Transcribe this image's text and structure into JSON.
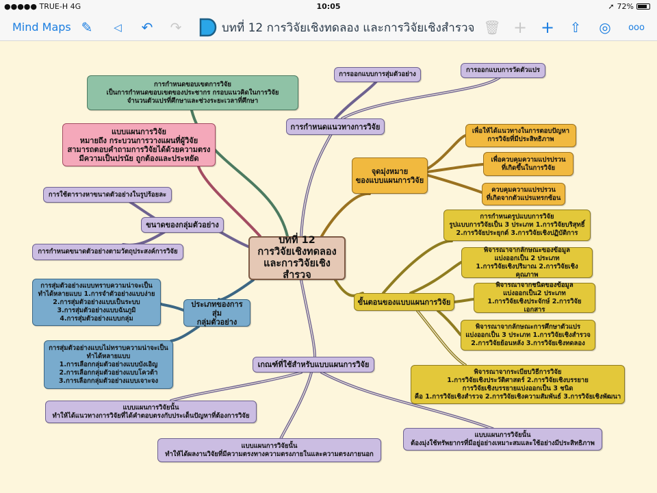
{
  "status": {
    "carrier": "●●●●● TRUE-H  4G",
    "time": "10:05",
    "battery": "72%",
    "battery_level": 0.72
  },
  "nav": {
    "back_label": "Mind Maps",
    "title": "บทที่ 12  การวิจัยเชิงทดลอง และการวิจัยเชิงสำรวจ",
    "icons": [
      "edit-icon",
      "collapse-icon",
      "undo-icon",
      "redo-icon",
      "trash-icon",
      "add-icon",
      "add-child-icon",
      "share-icon",
      "palette-icon",
      "more-icon"
    ]
  },
  "map": {
    "center": "บทที่ 12\nการวิจัยเชิงทดลอง\nและการวิจัยเชิงสำรวจ",
    "scope": "การกำหนดขอบเขตการวิจัย\nเป็นการกำหนดขอบเขตของประชากร กรอบแนวคิดในการวิจัย\nจำนวนตัวแปรที่ศึกษาและช่วงระยะเวลาที่ศึกษา",
    "definition": "แบบแผนการวิจัย\nหมายถึง กระบวนการวางแผนที่ผู้วิจัย\nสามารถตอบคำถามการวิจัยได้ด้วยความตรง\nมีความเป็นปรนัย ถูกต้องและประหยัด",
    "guideline": {
      "label": "การกำหนดแนวทางการวิจัย",
      "children": [
        "การออกแบบการสุ่มตัวอย่าง",
        "การออกแบบการวัดตัวแปร"
      ]
    },
    "objective": {
      "label": "จุดมุ่งหมาย\nของแบบแผนการวิจัย",
      "children": [
        "เพื่อให้ได้แนวทางในการตอบปัญหา\nการวิจัยที่มีประสิทธิภาพ",
        "เพื่อควบคุมความแปรปรวน\nที่เกิดขึ้นในการวิจัย",
        "ควบคุมความแปรปรวน\nที่เกิดจากตัวแปรแทรกซ้อน"
      ]
    },
    "sample_size": {
      "label": "ขนาดของกลุ่มตัวอย่าง",
      "children": [
        "การใช้ตารางหาขนาดตัวอย่างในรูปร้อยละ",
        "การกำหนดขนาดตัวอย่างตามวัตถุประสงค์การวิจัย"
      ]
    },
    "sampling_types": {
      "label": "ประเภทของการสุ่ม\nกลุ่มตัวอย่าง",
      "children": [
        "การสุ่มตัวอย่างแบบทราบความน่าจะเป็น\nทำได้หลายแบบ 1.การจำตัวอย่างแบบง่าย\n2.การสุ่มตัวอย่างแบบเป็นระบบ\n3.การสุ่มตัวอย่างแบบฉันภูมิ\n4.การสุ่มตัวอย่างแบบกลุ่ม",
        "การสุ่มตัวอย่างแบบไม่ทราบความน่าจะเป็น\nทำได้หลายแบบ\n1.การเลือกกลุ่มตัวอย่างแบบบังเอิญ\n2.การเลือกกลุ่มตัวอย่างแบบโควต้า\n3.การเลือกกลุ่มตัวอย่างแบบเจาะจง"
      ]
    },
    "steps": {
      "label": "ขั้นตอนของแบบแผนการวิจัย",
      "children": [
        "การกำหนดรูปแบบการวิจัย\nรูปแบบการวิจัยเป็น 3 ประเภท 1.การวิจัยบริสุทธิ์\n2.การวิจัยประยุกต์ 3.การวิจัยเชิงปฏิบัติการ",
        "พิจารณาจากลักษณะของข้อมูล\nแบ่งออกเป็น 2 ประเภท\n1.การวิจัยเชิงปริมาณ 2.การวิจัยเชิงคุณภาพ",
        "พิจารณาจากชนิดของข้อมูล\nแบ่งออกเป็น2 ประเภท\n1.การวิจัยเชิงประจักษ์ 2.การวิจัยเอกสาร",
        "พิจารณาจากลักษณะการศึกษาตัวแปร\nแบ่งออกเป็น 3 ประเภท 1.การวิจัยเชิงสำรวจ\n2.การวิจัยย้อนหลัง 3.การวิจัยเชิงทดลอง",
        "พิจารณาจากระเบียบวิธีการวิจัย\n1.การวิจัยเชิงประวัติศาสตร์ 2.การวิจัยเชิงบรรยาย\nการวิจัยเชิงบรรยายแบ่งออกเป็น 3 ชนิด\nคือ 1.การวิจัยเชิงสำรวจ 2.การวิจัยเชิงความสัมพันธ์ 3.การวิจัยเชิงพัฒนา"
      ]
    },
    "criteria": {
      "label": "เกณฑ์ที่ใช้สำหรับแบบแผนการวิจัย",
      "children": [
        "แบบแผนการวิจัยนั้น\nทำให้ได้แนวทางการวิจัยที่ได้คำตอบตรงกับประเด็นปัญหาที่ต้องการวิจัย",
        "แบบแผนการวิจัยนั้น\nทำให้ได้ผลงานวิจัยที่มีความตรงทางความตรงภายในและความตรงภายนอก",
        "แบบแผนการวิจัยนั้น\nต้องมุ่งใช้ทรัพยากรที่มีอยู่อย่างเหมาะสมและใช้อย่างมีประสิทธิภาพ"
      ]
    }
  }
}
